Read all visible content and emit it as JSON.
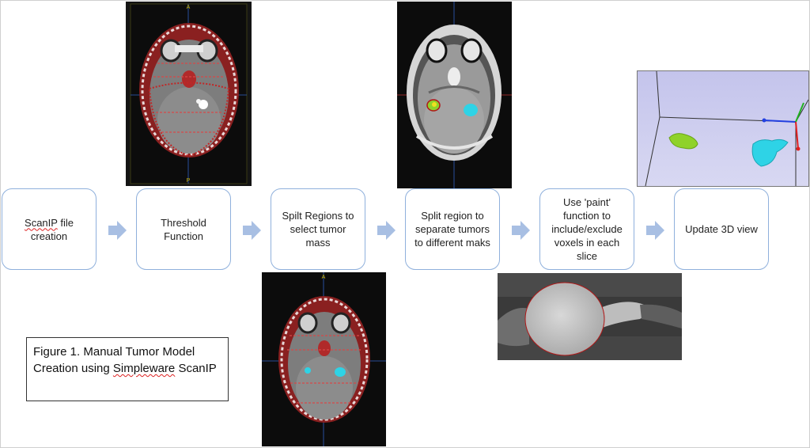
{
  "steps": [
    {
      "prefix": "",
      "squiggle": "ScanIP",
      "suffix": " file creation"
    },
    {
      "prefix": "Threshold Function",
      "squiggle": "",
      "suffix": ""
    },
    {
      "prefix": "Spilt Regions to select tumor  mass",
      "squiggle": "",
      "suffix": ""
    },
    {
      "prefix": "Split region to separate tumors to different maks",
      "squiggle": "",
      "suffix": ""
    },
    {
      "prefix": "Use 'paint' function to include/exclude voxels in each slice",
      "squiggle": "",
      "suffix": ""
    },
    {
      "prefix": "Update 3D view",
      "squiggle": "",
      "suffix": ""
    }
  ],
  "caption": {
    "line1": "Figure 1. Manual Tumor Model Creation using ",
    "squiggle": "Simpleware",
    "line2": " ScanIP"
  },
  "colors": {
    "box_border": "#8fb0dc",
    "arrow": "#a8bfe3",
    "mask_red": "#b01818",
    "tumor_cyan": "#2ed3e6",
    "tumor_green": "#8fd22a",
    "view_bg": "#c9c9ec"
  },
  "icons": [
    "right-arrow-icon"
  ]
}
